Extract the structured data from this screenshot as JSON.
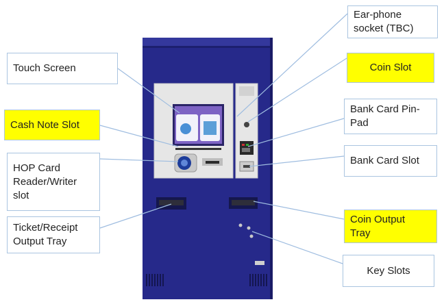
{
  "title": "",
  "colors": {
    "kiosk_blue": "#2b2f92",
    "screen_panel": "#e6e6e6",
    "callout_line": "#9fbde0",
    "highlight": "#ffff00"
  },
  "labels": {
    "touch_screen": "Touch Screen",
    "cash_note_slot": "Cash Note Slot",
    "hop_card_reader": "HOP Card\nReader/Writer\nslot",
    "ticket_receipt_tray": "Ticket/Receipt\nOutput Tray",
    "earphone_socket": "Ear-phone\nsocket (TBC)",
    "coin_slot": "Coin Slot",
    "bank_card_pinpad": "Bank Card Pin-\nPad",
    "bank_card_slot": "Bank Card Slot",
    "coin_output_tray": "Coin Output\nTray",
    "key_slots": "Key Slots"
  },
  "highlighted": [
    "cash_note_slot",
    "coin_slot",
    "coin_output_tray"
  ]
}
